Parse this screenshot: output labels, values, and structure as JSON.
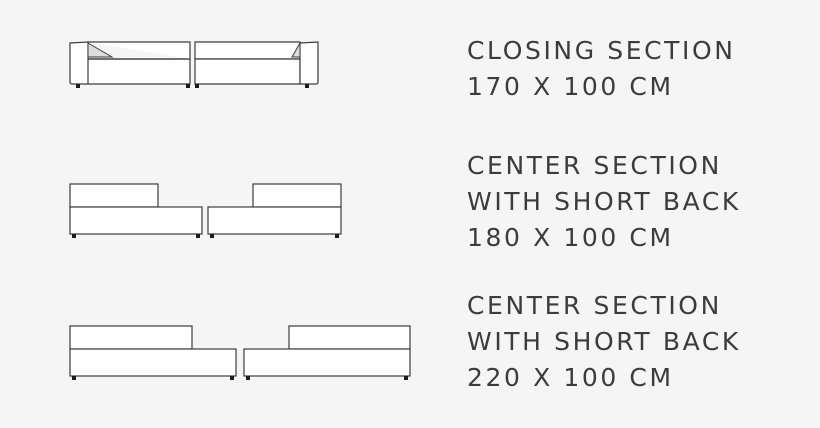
{
  "sections": [
    {
      "title_line1": "CLOSING SECTION",
      "dimensions": "170 X 100 CM"
    },
    {
      "title_line1": "CENTER SECTION",
      "title_line2": "WITH SHORT BACK",
      "dimensions": "180 X 100 CM"
    },
    {
      "title_line1": "CENTER SECTION",
      "title_line2": "WITH SHORT BACK",
      "dimensions": "220 X 100 CM"
    }
  ]
}
